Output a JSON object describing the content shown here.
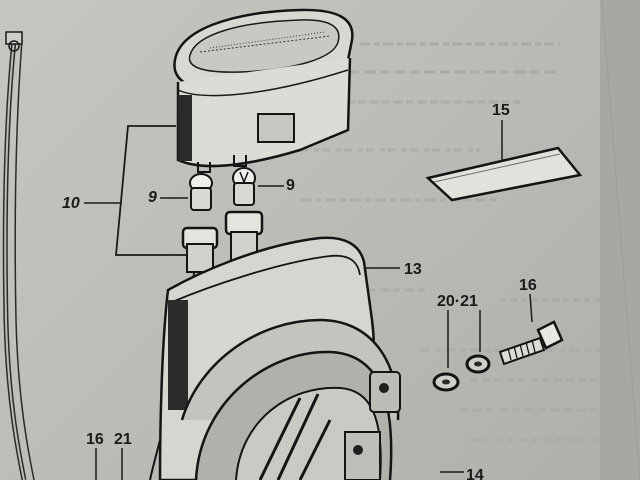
{
  "diagram": {
    "part_labels": {
      "p10": "10",
      "p9_left": "9",
      "p9_right": "9",
      "p13": "13",
      "p15": "15",
      "p16_right": "16",
      "p20_21": "20·21",
      "p16_bottom": "16",
      "p21_bottom": "21",
      "p14": "14"
    }
  }
}
